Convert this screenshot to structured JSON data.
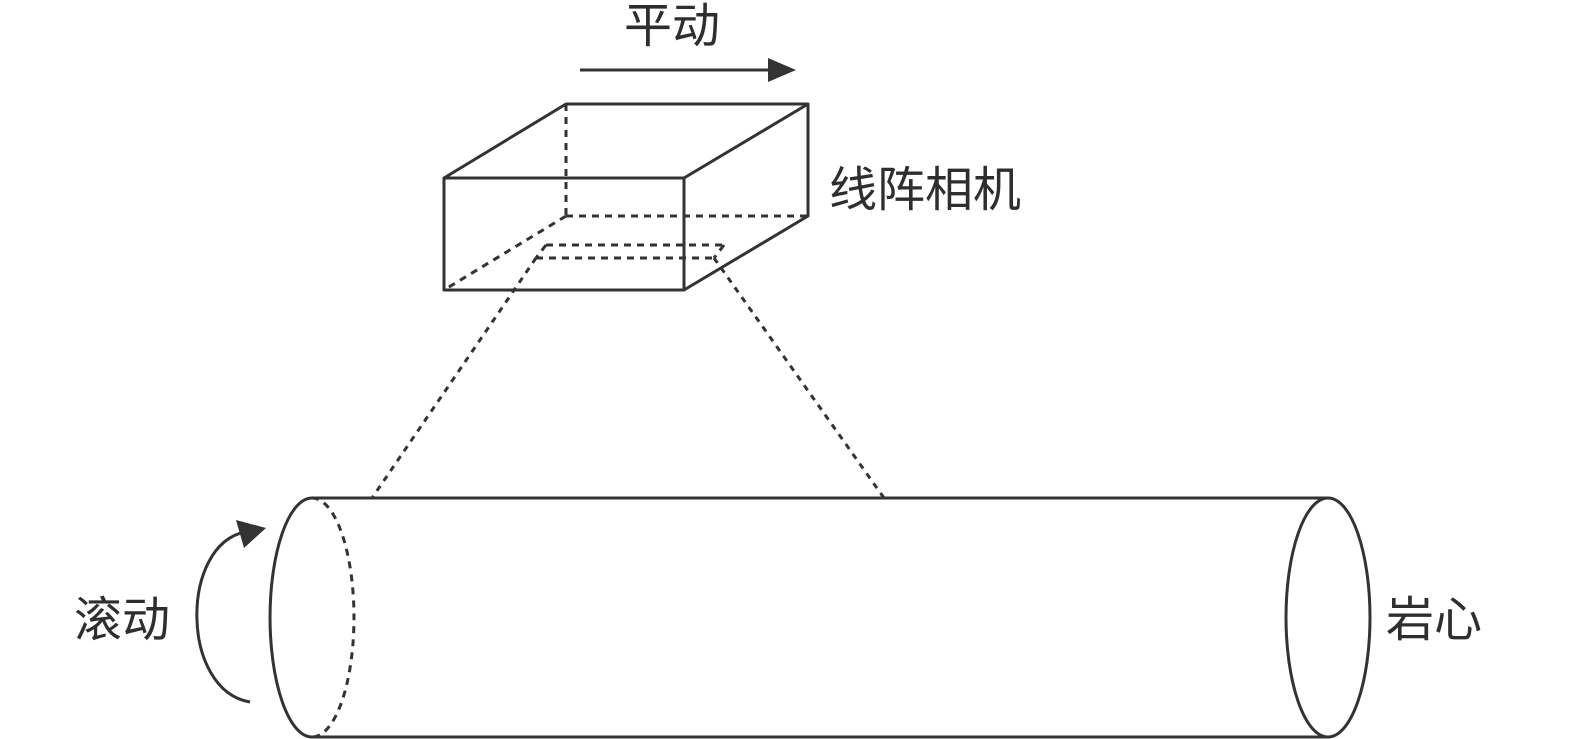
{
  "labels": {
    "translate": "平动",
    "camera": "线阵相机",
    "roll": "滚动",
    "core": "岩心"
  },
  "colors": {
    "stroke": "#333333",
    "text": "#2e2e2e",
    "background": "#ffffff"
  }
}
